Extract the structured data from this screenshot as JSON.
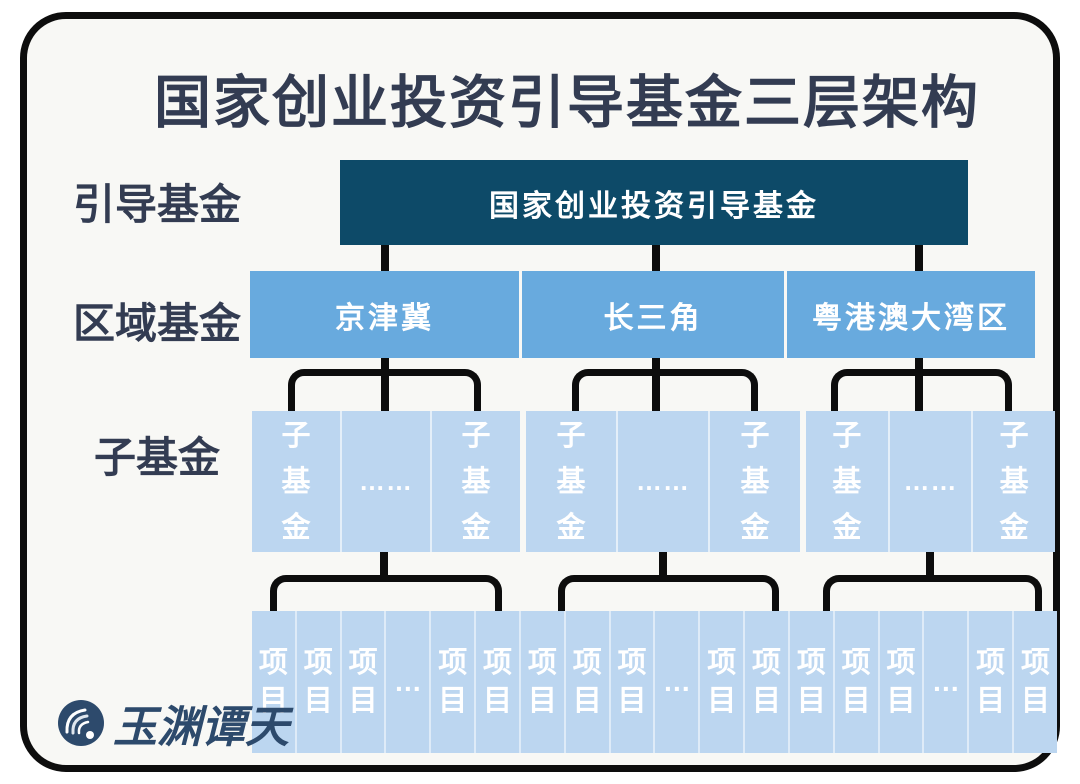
{
  "title": "国家创业投资引导基金三层架构",
  "tiers": {
    "guide": {
      "label": "引导基金",
      "node": "国家创业投资引导基金"
    },
    "regional": {
      "label": "区域基金",
      "nodes": [
        "京津冀",
        "长三角",
        "粤港澳大湾区"
      ]
    },
    "sub": {
      "label": "子基金",
      "groups": [
        {
          "left": "子基金",
          "dots": "……",
          "right": "子基金"
        },
        {
          "left": "子基金",
          "dots": "……",
          "right": "子基金"
        },
        {
          "left": "子基金",
          "dots": "……",
          "right": "子基金"
        }
      ]
    },
    "projects": {
      "columns": [
        "项目",
        "项目",
        "项目",
        "…",
        "项目",
        "项目",
        "项目",
        "项目",
        "项目",
        "…",
        "项目",
        "项目",
        "项目",
        "项目",
        "项目",
        "…",
        "项目",
        "项目"
      ]
    }
  },
  "logo": {
    "icon": "wave-swirl-icon",
    "text": "玉渊谭天"
  },
  "colors": {
    "guide_node": "#0d4a68",
    "regional_node": "#68aade",
    "sub_node": "#bcd6f0",
    "ink_text": "#333c52",
    "connector": "#0d0d0d",
    "card_background": "#f8f8f5",
    "logo_navy": "#2d4a6c"
  }
}
